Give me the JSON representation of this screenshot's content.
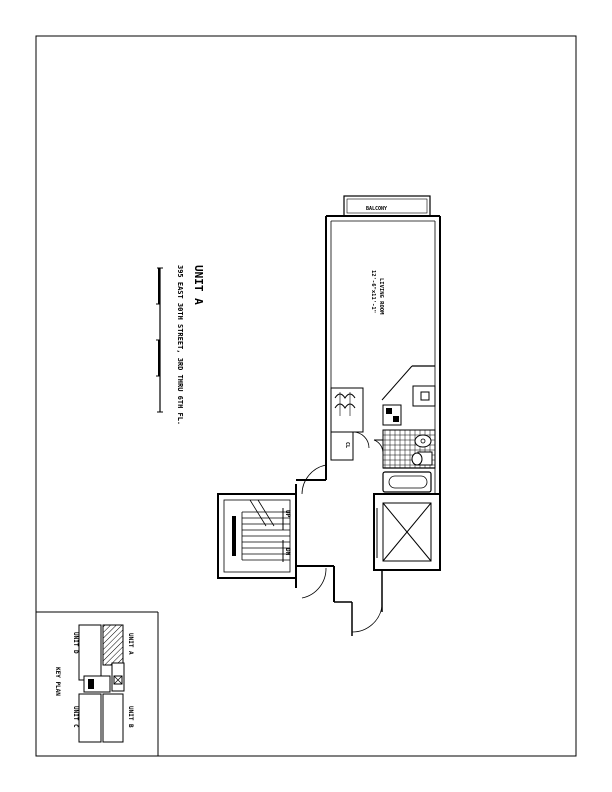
{
  "title_block": {
    "unit_label": "UNIT A",
    "address": "395 EAST 30TH STREET, 3RD THRU 6TH FL."
  },
  "rooms": {
    "balcony": "BALCONY",
    "living_room": "LIVING ROOM",
    "living_room_dims": "12'-6\"x11'-1\""
  },
  "stair": {
    "up": "UP",
    "down": "DN"
  },
  "closet": {
    "label": "CL"
  },
  "key_plan": {
    "title": "KEY PLAN",
    "unit_a": "UNIT A",
    "unit_b": "UNIT B",
    "unit_c": "UNIT C",
    "unit_d": "UNIT D"
  },
  "colors": {
    "line": "#000000",
    "paper": "#ffffff"
  }
}
